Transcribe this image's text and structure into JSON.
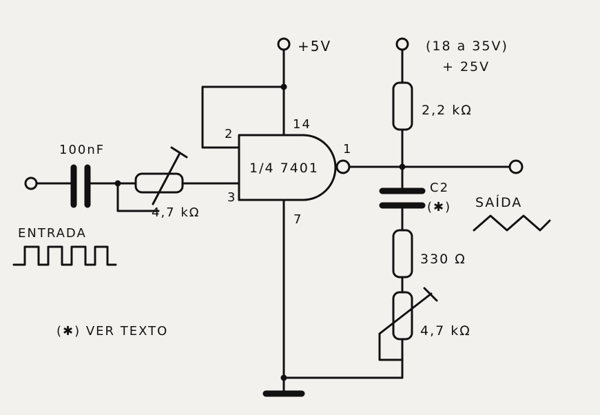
{
  "labels": {
    "vcc": "+5V",
    "supply_range": "(18 a 35V)",
    "supply": "+ 25V",
    "r1": "2,2 kΩ",
    "pin2": "2",
    "pin14": "14",
    "pin1": "1",
    "pin3": "3",
    "pin7": "7",
    "gate": "1/4  7401",
    "cap_in": "100nF",
    "trim_in": "4,7 kΩ",
    "c2": "C2",
    "c2_note": "(✱)",
    "r2": "330 Ω",
    "trim_out": "4,7 kΩ",
    "input": "ENTRADA",
    "output": "SAÍDA",
    "note": "(✱) VER TEXTO"
  }
}
